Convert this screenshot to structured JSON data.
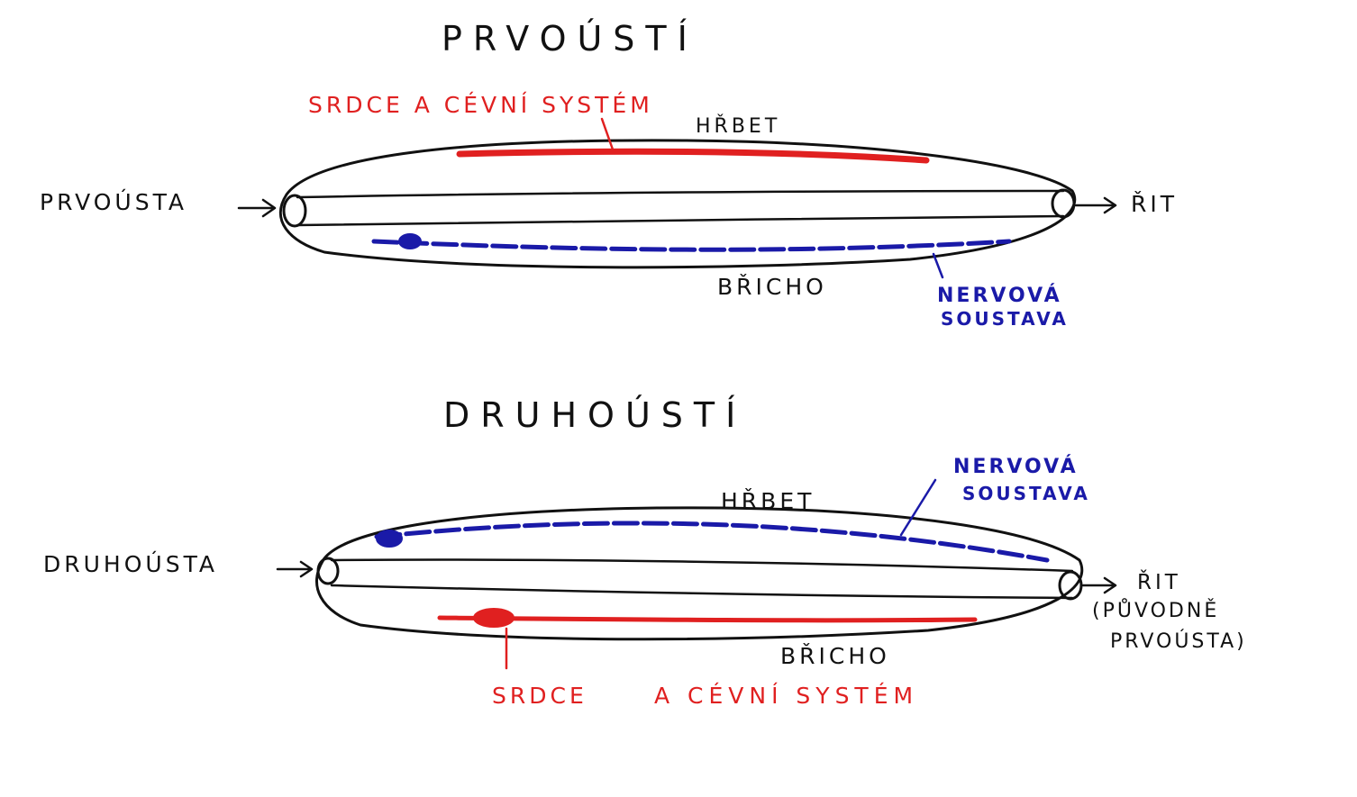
{
  "colors": {
    "ink": "#111111",
    "red": "#e02020",
    "blue": "#1a1aa8"
  },
  "protostome": {
    "title": "PRVOÚSTÍ",
    "mouth_label": "PRVOÚSTA",
    "anus_label": "ŘIT",
    "dorsal_label": "HŘBET",
    "ventral_label": "BŘICHO",
    "heart_label": "SRDCE A CÉVNÍ SYSTÉM",
    "nerve_label_line1": "NERVOVÁ",
    "nerve_label_line2": "SOUSTAVA"
  },
  "deuterostome": {
    "title": "DRUHOÚSTÍ",
    "mouth_label": "DRUHOÚSTA",
    "anus_label": "ŘIT",
    "anus_note_line1": "(PŮVODNĚ",
    "anus_note_line2": "PRVOÚSTA)",
    "dorsal_label": "HŘBET",
    "ventral_label": "BŘICHO",
    "nerve_label_line1": "NERVOVÁ",
    "nerve_label_line2": "SOUSTAVA",
    "heart_label_part1": "SRDCE",
    "heart_label_part2": "A CÉVNÍ SYSTÉM"
  }
}
